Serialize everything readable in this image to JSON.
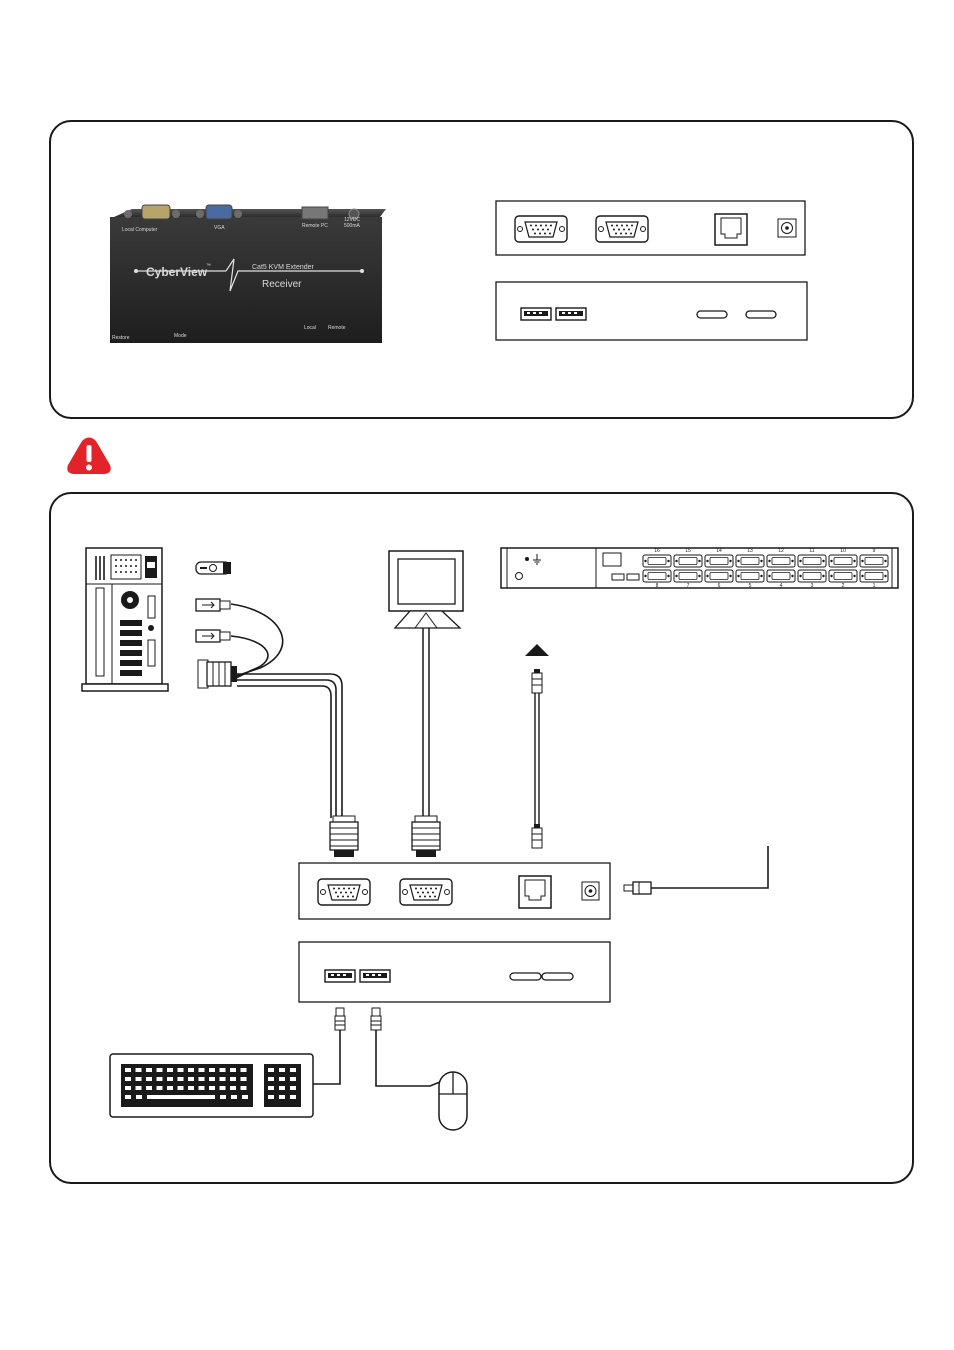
{
  "receiver_photo": {
    "brand": "CyberView",
    "trademark": "™",
    "product_line": "Cat5 KVM Extender",
    "model": "Receiver",
    "label_local_computer": "Local Computer",
    "label_vga": "VGA",
    "label_remote_pc": "Remote PC",
    "label_power": "12VDC",
    "label_power_current": "500mA",
    "label_bottom_left_1": "Restore",
    "label_bottom_left_2": "Mode",
    "label_bottom_right_1": "Local",
    "label_bottom_right_2": "Remote"
  },
  "kvm_switch": {
    "top_port_numbers": [
      "16",
      "15",
      "14",
      "13",
      "12",
      "11",
      "10",
      "9"
    ],
    "bottom_port_numbers": [
      "8",
      "7",
      "6",
      "5",
      "4",
      "3",
      "2",
      "1"
    ]
  },
  "colors": {
    "warning": "#e2242a",
    "outline": "#1a1a1a",
    "photo_body": "#2b2b2b"
  }
}
